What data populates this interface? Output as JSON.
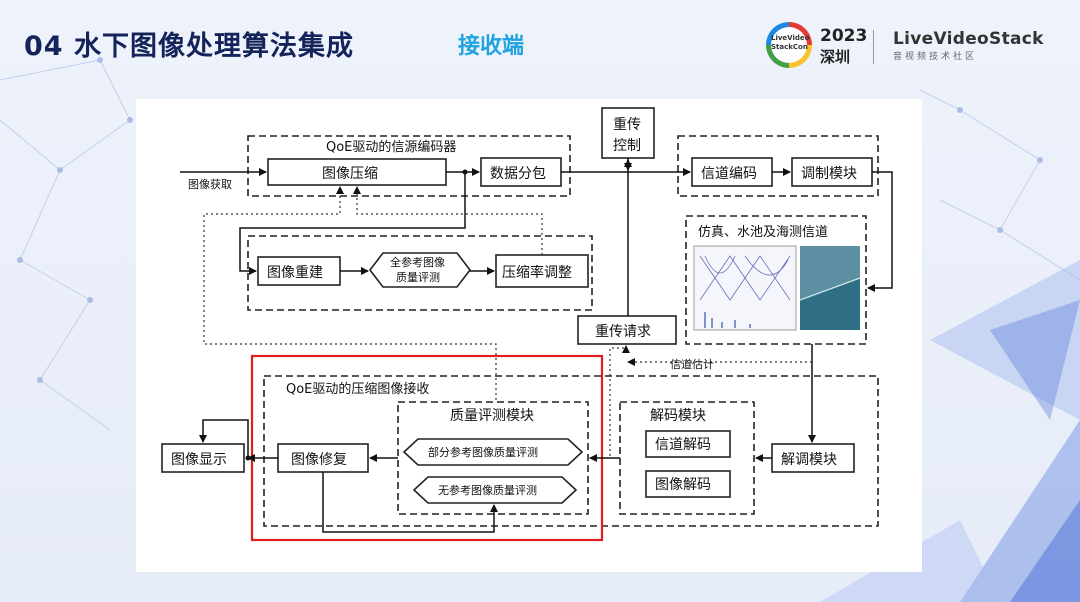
{
  "header": {
    "title": "04  水下图像处理算法集成",
    "subtitle": "接收端",
    "logo_text": "LiveVideo StackCon",
    "logo_year": "2023",
    "logo_city": "深圳",
    "brand": "LiveVideoStack",
    "brand_sub": "音视频技术社区"
  },
  "diagram": {
    "sender_group": "QoE驱动的信源编码器",
    "image_acquire": "图像获取",
    "image_compress": "图像压缩",
    "data_packet": "数据分包",
    "retrans_ctrl_1": "重传",
    "retrans_ctrl_2": "控制",
    "channel_encode": "信道编码",
    "modulation": "调制模块",
    "image_rebuild": "图像重建",
    "full_ref_1": "全参考图像",
    "full_ref_2": "质量评测",
    "ratio_adjust": "压缩率调整",
    "sim_group": "仿真、水池及海测信道",
    "retrans_request": "重传请求",
    "channel_estimate": "信道估计",
    "receiver_group": "QoE驱动的压缩图像接收",
    "quality_module": "质量评测模块",
    "partial_ref": "部分参考图像质量评测",
    "no_ref": "无参考图像质量评测",
    "decode_module": "解码模块",
    "channel_decode": "信道解码",
    "image_decode": "图像解码",
    "demodulation": "解调模块",
    "image_display": "图像显示",
    "image_repair": "图像修复"
  }
}
